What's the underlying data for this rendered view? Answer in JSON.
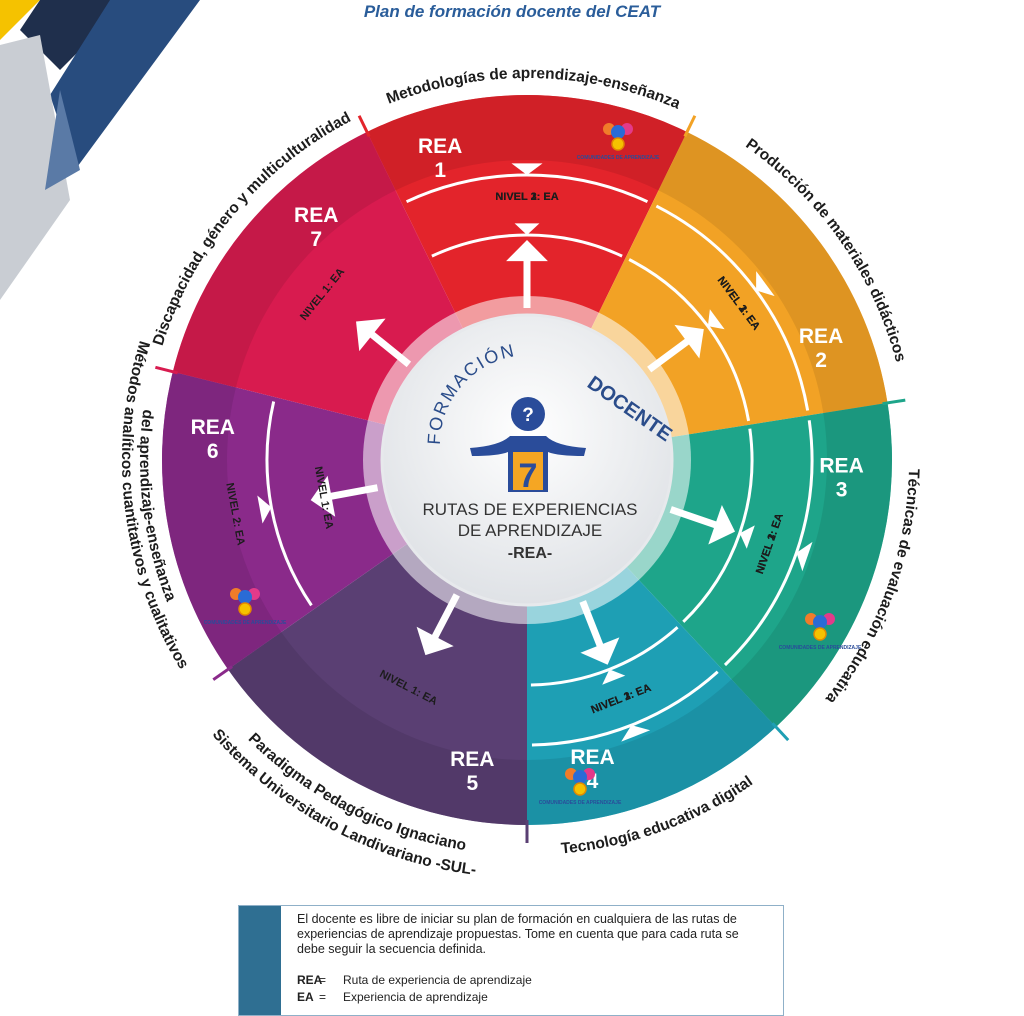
{
  "header": {
    "title": "Plan de formación docente del CEAT"
  },
  "center": {
    "arc_word_1": "FORMACIÓN",
    "arc_word_2": "DOCENTE",
    "question_mark": "?",
    "number": "7",
    "line1": "RUTAS DE EXPERIENCIAS",
    "line2": "DE APRENDIZAJE",
    "line3": "-REA-"
  },
  "routes": [
    {
      "label": "REA",
      "num": "1",
      "outer_label": "Metodologías de aprendizaje-enseñanza",
      "color": "#e3242b",
      "levels": [
        "NIVEL 1: EA",
        "NIVEL 2: EA",
        "NIVEL 3: EA"
      ]
    },
    {
      "label": "REA",
      "num": "2",
      "outer_label": "Producción de materiales didácticos",
      "color": "#f2a225",
      "levels": [
        "NIVEL 1: EA",
        "NIVEL 2: EA",
        "NIVEL 3: EA"
      ]
    },
    {
      "label": "REA",
      "num": "3",
      "outer_label": "Técnicas de evaluación educativa",
      "color": "#1ea58a",
      "levels": [
        "NIVEL 1: EA",
        "NIVEL 2: EA",
        "NIVEL 3: EA"
      ]
    },
    {
      "label": "REA",
      "num": "4",
      "outer_label": "Tecnología educativa digital",
      "color": "#1e9fb4",
      "levels": [
        "NIVEL 1: EA",
        "NIVEL 2: EA",
        "NIVEL 3: EA"
      ]
    },
    {
      "label": "REA",
      "num": "5",
      "outer_label_1": "Paradigma Pedagógico Ignaciano",
      "outer_label_2": "Sistema Universitario Landivariano -SUL-",
      "color": "#5a3f73",
      "levels": [
        "NIVEL 1: EA"
      ]
    },
    {
      "label": "REA",
      "num": "6",
      "outer_label_1": "Métodos analíticos cuantitativos y cualitativos",
      "outer_label_2": "del aprendizaje-enseñanza",
      "color": "#8a2a8a",
      "levels": [
        "NIVEL 1: EA",
        "NIVEL 2: EA"
      ]
    },
    {
      "label": "REA",
      "num": "7",
      "outer_label": "Discapacidad, género y multiculturalidad",
      "color": "#d81b4f",
      "levels": [
        "NIVEL 1: EA"
      ]
    }
  ],
  "logo_text": "COMUNIDADES DE APRENDIZAJE",
  "legend": {
    "description": "El docente es libre de iniciar su plan de formación en cualquiera de las rutas de experiencias de aprendizaje propuestas. Tome en cuenta que para cada ruta se debe seguir la secuencia definida.",
    "abbreviations": [
      {
        "abbr": "REA",
        "eq": "=",
        "meaning": "Ruta de experiencia de aprendizaje"
      },
      {
        "abbr": "EA",
        "eq": "=",
        "meaning": "Experiencia de aprendizaje"
      }
    ]
  }
}
